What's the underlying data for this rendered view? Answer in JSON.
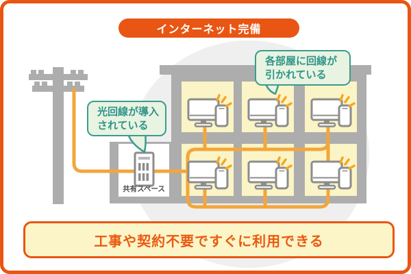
{
  "title_banner": {
    "label": "インターネット完備"
  },
  "callouts": {
    "rooms": {
      "line1": "各部屋に回線が",
      "line2": "引かれている"
    },
    "fiber": {
      "line1": "光回線が導入",
      "line2": "されている"
    }
  },
  "building": {
    "shared_space_label": "共有スペース",
    "room_count": 6,
    "devices_per_room": "desktop-monitor-and-smartphone"
  },
  "bottom_banner": {
    "label": "工事や契約不要ですぐに利用できる"
  },
  "icons": {
    "pole": "utility-pole-icon",
    "server": "server-rack-icon",
    "computer": "monitor-with-smartphone-icon",
    "sparkle": "sparkle-icon",
    "cable": "internet-cable-line"
  },
  "colors": {
    "accent_orange": "#E95513",
    "banner_text_orange": "#EA5A10",
    "cable_orange": "#F2A63B",
    "sparkle_orange": "#F5A728",
    "room_yellow": "#FAF4C6",
    "banner_yellow": "#FCF5C8",
    "building_gray": "#ADADAD",
    "icon_gray": "#8C8C8C",
    "callout_fill": "#E9F3E2",
    "callout_border": "#3B9C8C",
    "callout_text": "#2D9588",
    "background_blob_gray": "#EFEFEF",
    "shared_label_gray": "#4E4E4E"
  }
}
